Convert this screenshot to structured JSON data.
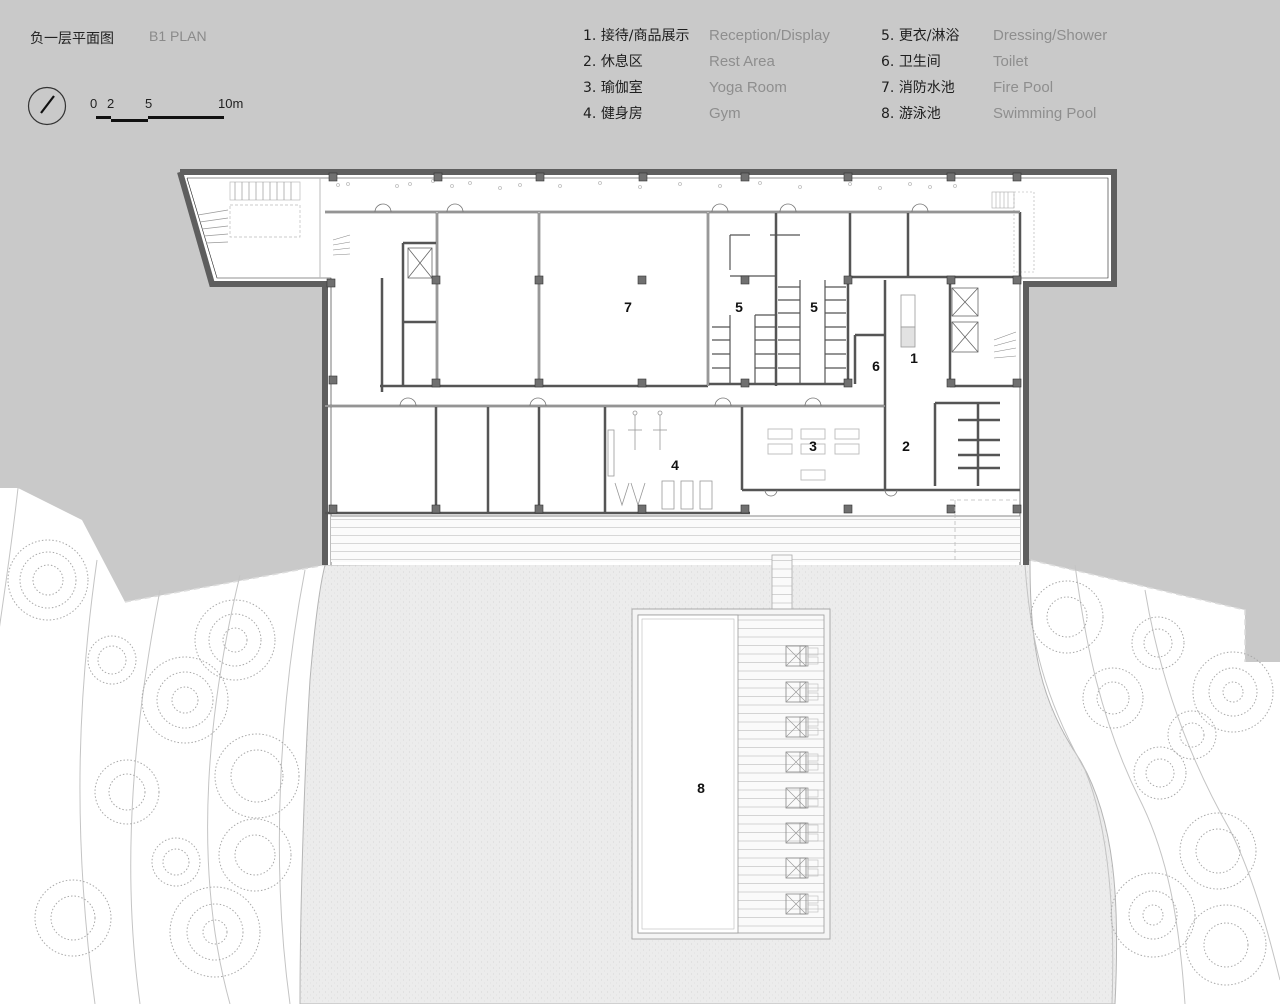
{
  "header": {
    "title_cn": "负一层平面图",
    "title_en": "B1 PLAN"
  },
  "scale_bar": {
    "ticks": [
      "0",
      "2",
      "5",
      "10m"
    ]
  },
  "north_arrow": {
    "icon": "north-arrow-icon"
  },
  "legend": {
    "left": [
      {
        "num": "1.",
        "cn": "接待/商品展示",
        "en": "Reception/Display"
      },
      {
        "num": "2.",
        "cn": "休息区",
        "en": "Rest Area"
      },
      {
        "num": "3.",
        "cn": "瑜伽室",
        "en": "Yoga Room"
      },
      {
        "num": "4.",
        "cn": "健身房",
        "en": "Gym"
      }
    ],
    "right": [
      {
        "num": "5.",
        "cn": "更衣/淋浴",
        "en": "Dressing/Shower"
      },
      {
        "num": "6.",
        "cn": "卫生间",
        "en": "Toilet"
      },
      {
        "num": "7.",
        "cn": "消防水池",
        "en": "Fire Pool"
      },
      {
        "num": "8.",
        "cn": "游泳池",
        "en": "Swimming Pool"
      }
    ]
  },
  "rooms": {
    "r1": "1",
    "r2": "2",
    "r3": "3",
    "r4": "4",
    "r5a": "5",
    "r5b": "5",
    "r6": "6",
    "r7": "7",
    "r8": "8"
  },
  "colors": {
    "background": "#c9c9c9",
    "wall": "#6a6a6a",
    "floor": "#ffffff",
    "landscape": "#ffffff",
    "paving": "#ececec",
    "tree": "#9a9a9a"
  }
}
